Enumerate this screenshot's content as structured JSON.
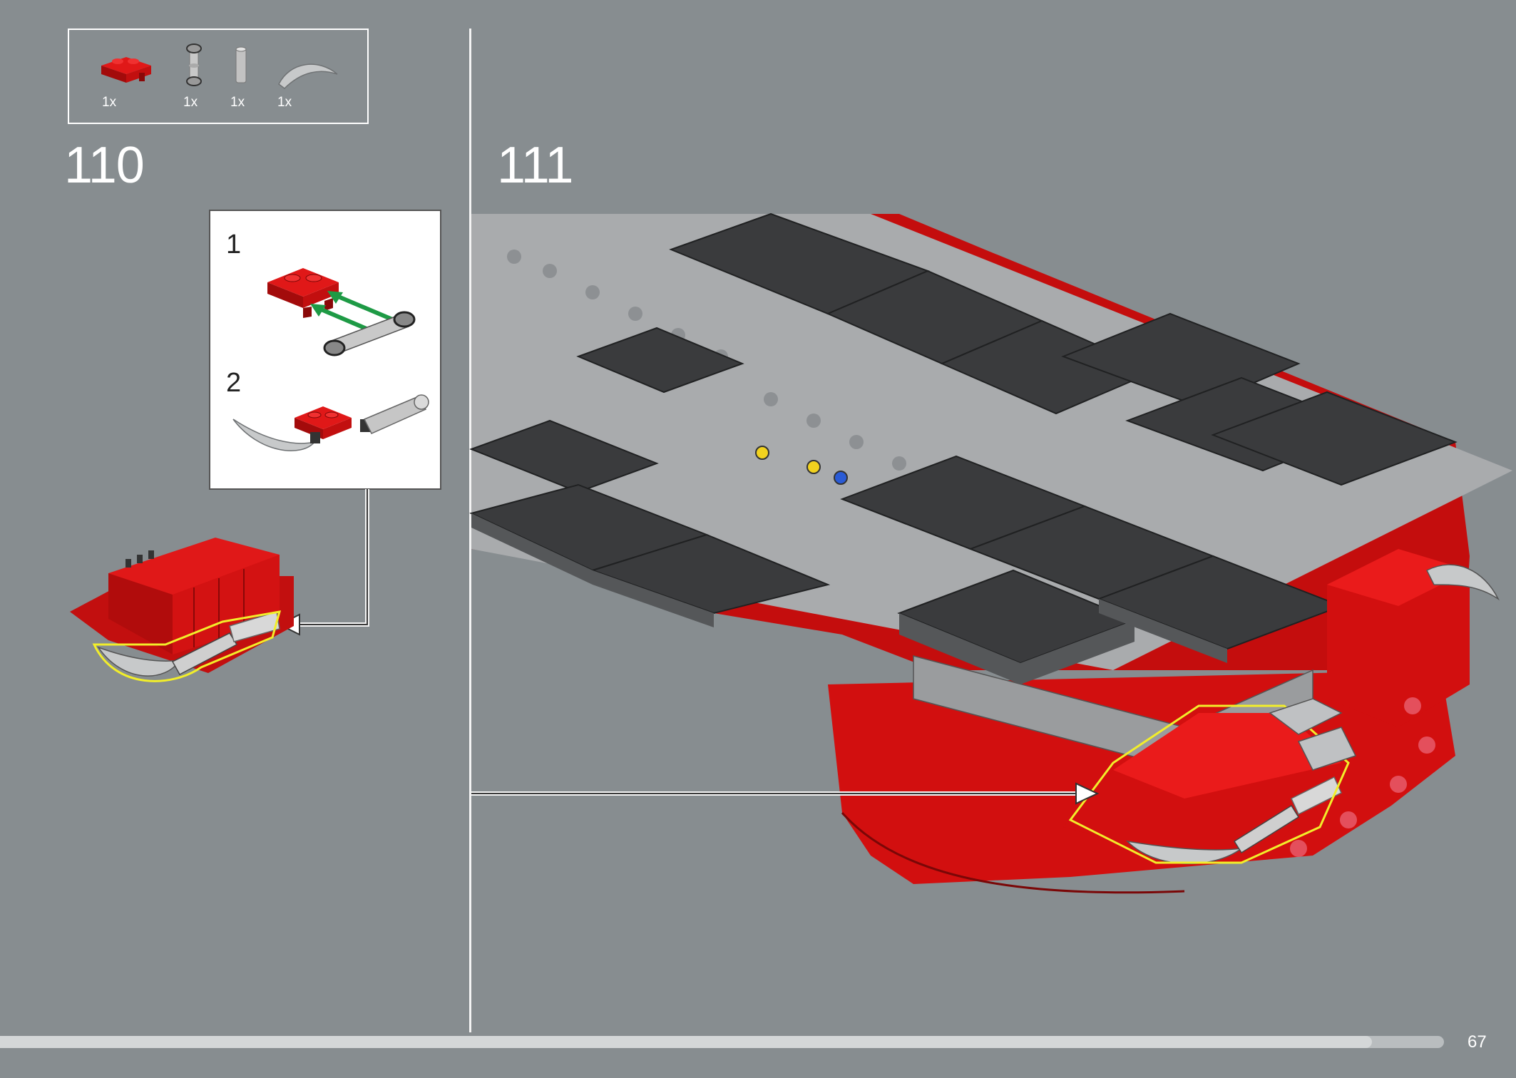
{
  "parts_list": {
    "items": [
      {
        "name": "red-plate-with-clips",
        "count": "1x"
      },
      {
        "name": "grey-axle-pin-with-bushings",
        "count": "1x"
      },
      {
        "name": "grey-round-pin-connector",
        "count": "1x"
      },
      {
        "name": "grey-curved-horn-element",
        "count": "1x"
      }
    ]
  },
  "steps": {
    "step_110": {
      "number": "110"
    },
    "step_111": {
      "number": "111"
    }
  },
  "sub_assembly": {
    "sub_step_1": "1",
    "sub_step_2": "2"
  },
  "progress": {
    "fraction": 0.95
  },
  "page": {
    "number": "67"
  },
  "colors": {
    "background": "#878d90",
    "lego_red": "#d40d0d",
    "dark_grey_tile": "#3a3b3d",
    "light_grey_frame": "#a9abad",
    "highlight_yellow": "#f2ee2a",
    "arrow_green": "#1e9a45"
  }
}
